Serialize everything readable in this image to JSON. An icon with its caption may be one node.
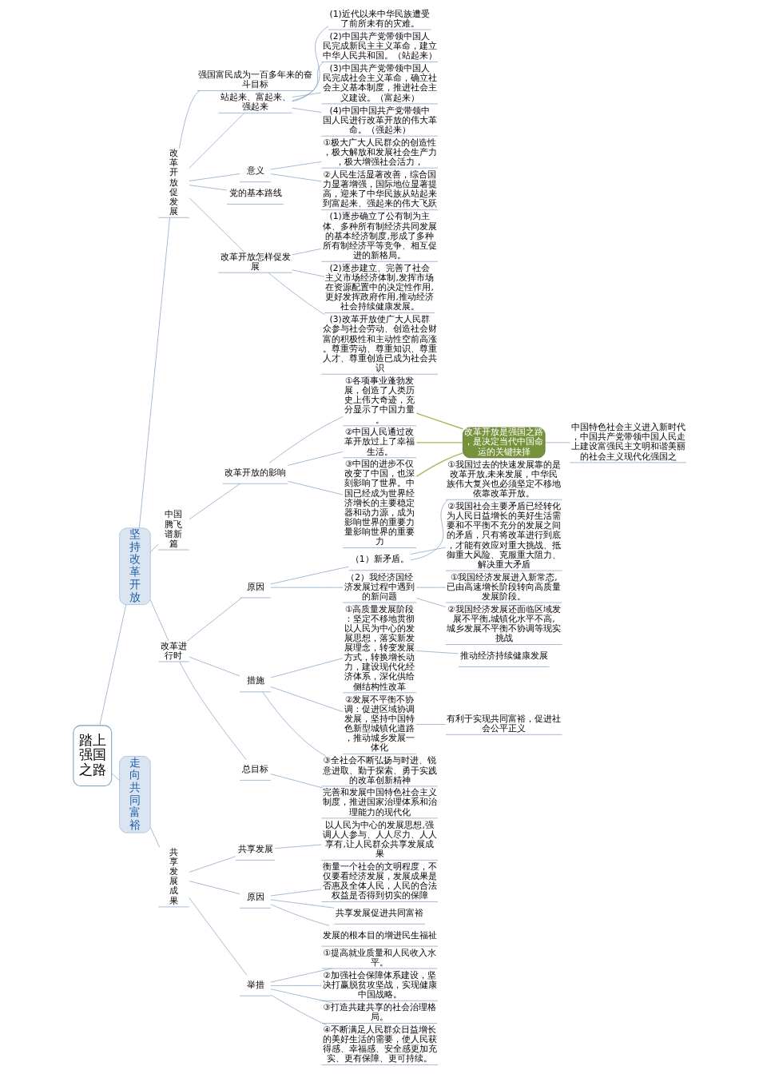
{
  "diagram": {
    "nodes": [
      {
        "text": [
          "踏上强国之路"
        ]
      },
      {
        "text": [
          "坚持改革开放"
        ]
      },
      {
        "text": [
          "改革开放促发展"
        ]
      },
      {
        "text": [
          "强国富民成为一百多年来的奋斗目标"
        ]
      },
      {
        "text": [
          "站起来、富起来、强起来"
        ]
      },
      {
        "text": [
          "(1)近代以来中华民族遭受了前所未有的灾难。"
        ]
      },
      {
        "text": [
          "(2)中国共产党带领中国人民完成新民主主义革命，建立中华人民共和国。（站起来）"
        ]
      },
      {
        "text": [
          "(3)中国共产党带领中国人民完成社会主义革命，确立社会主义基本制度，推进社会主义建设。（富起来）"
        ]
      },
      {
        "text": [
          "(4)中国中国共产党带领中国人民进行改革开放的伟大革命。（强起来）"
        ]
      },
      {
        "text": [
          "意义"
        ]
      },
      {
        "text": [
          "①极大广大人民群众的创造性，极大解放和发展社会生产力，极大增强社会活力，"
        ]
      },
      {
        "text": [
          "②人民生活显著改善，综合国力显著增强，国际地位显著提高，迎来了中华民族从站起来到富起来、强起来的伟大飞跃"
        ]
      },
      {
        "text": [
          "党的基本路线"
        ]
      },
      {
        "text": [
          "改革开放怎样促发展"
        ]
      },
      {
        "text": [
          "(1)逐步确立了公有制为主体、多种所有制经济共同发展的基本经济制度,形成了多种所有制经济平等竞争、相互促进的新格局。"
        ]
      },
      {
        "text": [
          "(2)逐步建立、完善了社会主义市场经济体制,发挥市场在资源配置中的决定性作用,更好发挥政府作用,推动经济社会持续健康发展。"
        ]
      },
      {
        "text": [
          "(3)改革开放使广大人民群众参与社会劳动、创造社会财富的积极性和主动性空前高涨。尊重劳动、尊重知识、尊重人才、尊重创造已成为社会共识"
        ]
      },
      {
        "text": [
          "中国腾飞谱新篇"
        ]
      },
      {
        "text": [
          "改革开放的影响"
        ]
      },
      {
        "text": [
          "①各项事业蓬勃发展，创造了人类历史上伟大奇迹，充分显示了中国力量。"
        ]
      },
      {
        "text": [
          "②中国人民通过改革开放过上了幸福生活。"
        ]
      },
      {
        "text": [
          "③中国的进步不仅改变了中国，也深刻影响了世界。中国已经成为世界经济增长的主要稳定器和动力源，成为影响世界的重要力量影响世界的重要力"
        ]
      },
      {
        "text": [
          "改革开放是强国之路，是决定当代中国命运的关键抉择"
        ]
      },
      {
        "text": [
          "中国特色社会主义进入新时代，中国共产党带领中国人民走上建设富强民主文明和谐美丽的社会主义现代化强国之"
        ]
      },
      {
        "text": [
          "改革进行时"
        ]
      },
      {
        "text": [
          "原因"
        ]
      },
      {
        "text": [
          "（1）新矛盾。"
        ]
      },
      {
        "text": [
          "①我国过去的快速发展靠的是改革开放,未来发展，中华民族伟大复兴也必须坚定不移地依靠改革开放。"
        ]
      },
      {
        "text": [
          "②我国社会主要矛盾已经转化为人民日益增长的美好生活需要和不平衡不充分的发展之间的矛盾，只有将改革进行到底，才能有效应对重大挑战、抵御重大风险、克服重大阻力、解决重大矛盾"
        ]
      },
      {
        "text": [
          "（2）我经济国经济发展过程中遇到的新问题"
        ]
      },
      {
        "text": [
          "①我国经济发展进入新常态,已由高速增长阶段转向高质量发展阶段。"
        ]
      },
      {
        "text": [
          "②我国经济发展还面临区域发展不平衡,城镇化水平不高,城乡发展不平衡不协调等现实挑战"
        ]
      },
      {
        "text": [
          "措施"
        ]
      },
      {
        "text": [
          "①高质量发展阶段：坚定不移地贯彻以人民为中心的发展思想，落实新发展理念，转变发展方式，转换增长动力，建设现代化经济体系，深化供给侧结构性改革"
        ]
      },
      {
        "text": [
          "推动经济持续健康发展"
        ]
      },
      {
        "text": [
          "②发展不平衡不协调：促进区域协调发展，坚持中国特色新型城镇化道路，推动城乡发展一体化"
        ]
      },
      {
        "text": [
          "有利于实现共同富裕，促进社会公平正义"
        ]
      },
      {
        "text": [
          "③全社会不断弘扬与时进、锐意进取、勤于探索、勇于实践的改革创新精神"
        ]
      },
      {
        "text": [
          "总目标"
        ]
      },
      {
        "text": [
          "完善和发展中国特色社会主义制度，推进国家治理体系和治理能力的现代化"
        ]
      },
      {
        "text": [
          "走向共同富裕"
        ]
      },
      {
        "text": [
          "共享发展成果"
        ]
      },
      {
        "text": [
          "共享发展"
        ]
      },
      {
        "text": [
          "以人民为中心的发展思想,强调人人参与、人人尽力、人人享有,让人民群众共享发展成果"
        ]
      },
      {
        "text": [
          "原因"
        ]
      },
      {
        "text": [
          "衡量一个社会的文明程度，不仅要看经济发展，发展成果是否惠及全体人民，人民的合法权益是否得到切实的保障"
        ]
      },
      {
        "text": [
          "共享发展促进共同富裕"
        ]
      },
      {
        "text": [
          "发展的根本目的增进民生福祉"
        ]
      },
      {
        "text": [
          "举措"
        ]
      },
      {
        "text": [
          "①提高就业质量和人民收入水平。"
        ]
      },
      {
        "text": [
          "②加强社会保障体系建设，坚决打赢脱贫攻坚战，实现健康中国战略。"
        ]
      },
      {
        "text": [
          "③打造共建共享的社会治理格局。"
        ]
      },
      {
        "text": [
          "④不断满足人民群众日益增长的美好生活的需要，使人民获得感、幸福感、安全感更加充实、更有保障、更可持续。"
        ]
      }
    ],
    "edges": [
      {
        "from": 0,
        "to": 1,
        "arrow": "none"
      },
      {
        "from": 1,
        "to": 2,
        "arrow": "none"
      },
      {
        "from": 2,
        "to": 3,
        "arrow": "none"
      },
      {
        "from": 2,
        "to": 4,
        "arrow": "none"
      },
      {
        "from": 4,
        "to": 5,
        "arrow": "none"
      },
      {
        "from": 4,
        "to": 6,
        "arrow": "none"
      },
      {
        "from": 4,
        "to": 7,
        "arrow": "none"
      },
      {
        "from": 4,
        "to": 8,
        "arrow": "none"
      },
      {
        "from": 2,
        "to": 9,
        "arrow": "none"
      },
      {
        "from": 9,
        "to": 10,
        "arrow": "none"
      },
      {
        "from": 9,
        "to": 11,
        "arrow": "none"
      },
      {
        "from": 2,
        "to": 12,
        "arrow": "none"
      },
      {
        "from": 2,
        "to": 13,
        "arrow": "none"
      },
      {
        "from": 13,
        "to": 14,
        "arrow": "none"
      },
      {
        "from": 13,
        "to": 15,
        "arrow": "none"
      },
      {
        "from": 13,
        "to": 16,
        "arrow": "none"
      },
      {
        "from": 1,
        "to": 17,
        "arrow": "none"
      },
      {
        "from": 17,
        "to": 18,
        "arrow": "none"
      },
      {
        "from": 18,
        "to": 19,
        "arrow": "none"
      },
      {
        "from": 18,
        "to": 20,
        "arrow": "none"
      },
      {
        "from": 18,
        "to": 21,
        "arrow": "none"
      },
      {
        "from": 19,
        "to": 22,
        "arrow": "none",
        "color": "#9bbb59"
      },
      {
        "from": 20,
        "to": 22,
        "arrow": "none",
        "color": "#9bbb59"
      },
      {
        "from": 21,
        "to": 22,
        "arrow": "none",
        "color": "#9bbb59"
      },
      {
        "from": 22,
        "to": 23,
        "arrow": "none"
      },
      {
        "from": 1,
        "to": 24,
        "arrow": "none"
      },
      {
        "from": 24,
        "to": 25,
        "arrow": "none"
      },
      {
        "from": 25,
        "to": 26,
        "arrow": "none"
      },
      {
        "from": 26,
        "to": 27,
        "arrow": "none"
      },
      {
        "from": 26,
        "to": 28,
        "arrow": "none"
      },
      {
        "from": 25,
        "to": 29,
        "arrow": "none"
      },
      {
        "from": 29,
        "to": 30,
        "arrow": "none"
      },
      {
        "from": 29,
        "to": 31,
        "arrow": "none"
      },
      {
        "from": 24,
        "to": 32,
        "arrow": "none"
      },
      {
        "from": 32,
        "to": 33,
        "arrow": "none"
      },
      {
        "from": 33,
        "to": 34,
        "arrow": "none"
      },
      {
        "from": 32,
        "to": 35,
        "arrow": "none"
      },
      {
        "from": 35,
        "to": 36,
        "arrow": "none"
      },
      {
        "from": 32,
        "to": 37,
        "arrow": "none"
      },
      {
        "from": 24,
        "to": 38,
        "arrow": "none"
      },
      {
        "from": 38,
        "to": 39,
        "arrow": "none"
      },
      {
        "from": 0,
        "to": 40,
        "arrow": "none"
      },
      {
        "from": 40,
        "to": 41,
        "arrow": "none"
      },
      {
        "from": 41,
        "to": 42,
        "arrow": "none"
      },
      {
        "from": 42,
        "to": 43,
        "arrow": "none"
      },
      {
        "from": 41,
        "to": 44,
        "arrow": "none"
      },
      {
        "from": 44,
        "to": 45,
        "arrow": "none"
      },
      {
        "from": 44,
        "to": 46,
        "arrow": "none"
      },
      {
        "from": 44,
        "to": 47,
        "arrow": "none"
      },
      {
        "from": 41,
        "to": 48,
        "arrow": "none"
      },
      {
        "from": 48,
        "to": 49,
        "arrow": "none"
      },
      {
        "from": 48,
        "to": 50,
        "arrow": "none"
      },
      {
        "from": 48,
        "to": 51,
        "arrow": "none"
      },
      {
        "from": 48,
        "to": 52,
        "arrow": "none"
      }
    ]
  }
}
